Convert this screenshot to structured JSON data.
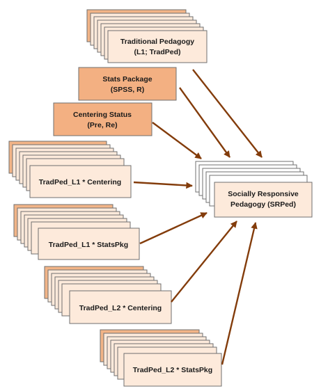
{
  "nodes": {
    "traditional_pedagogy": {
      "line1": "Traditional Pedagogy",
      "line2": "(L1; TradPed)"
    },
    "stats_package": {
      "line1": "Stats Package",
      "line2": "(SPSS, R)"
    },
    "centering_status": {
      "line1": "Centering Status",
      "line2": "(Pre, Re)"
    },
    "socially_responsive": {
      "line1": "Socially Responsive",
      "line2": "Pedagogy (SRPed)"
    },
    "tradped_l1_centering": {
      "label": "TradPed_L1 * Centering"
    },
    "tradped_l1_statspkg": {
      "label": "TradPed_L1 * StatsPkg"
    },
    "tradped_l2_centering": {
      "label": "TradPed_L2 * Centering"
    },
    "tradped_l2_statspkg": {
      "label": "TradPed_L2 * StatsPkg"
    }
  },
  "colors": {
    "card_fill": "#fdeadb",
    "solid_fill": "#f3b082",
    "arrow": "#833c0b"
  }
}
